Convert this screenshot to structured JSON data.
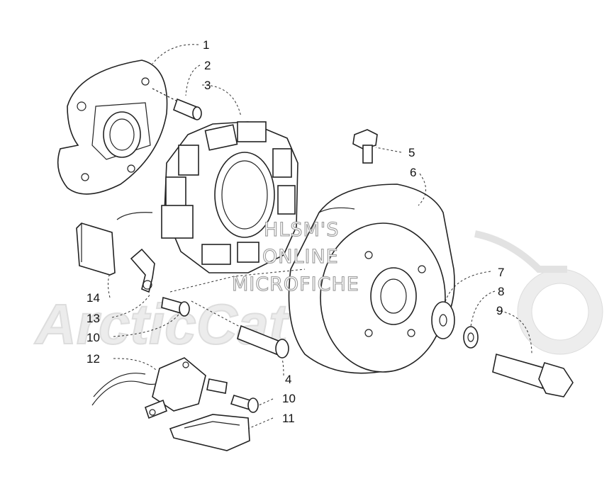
{
  "callouts": [
    {
      "id": "c1",
      "label": "1"
    },
    {
      "id": "c2",
      "label": "2"
    },
    {
      "id": "c3",
      "label": "3"
    },
    {
      "id": "c4",
      "label": "4"
    },
    {
      "id": "c5",
      "label": "5"
    },
    {
      "id": "c6",
      "label": "6"
    },
    {
      "id": "c7",
      "label": "7"
    },
    {
      "id": "c8",
      "label": "8"
    },
    {
      "id": "c9",
      "label": "9"
    },
    {
      "id": "c10a",
      "label": "10"
    },
    {
      "id": "c10b",
      "label": "10"
    },
    {
      "id": "c11",
      "label": "11"
    },
    {
      "id": "c12",
      "label": "12"
    },
    {
      "id": "c13",
      "label": "13"
    },
    {
      "id": "c14",
      "label": "14"
    }
  ],
  "watermark": {
    "line1": "HLSM'S",
    "line2": "ONLINE",
    "line3": "MICROFICHE"
  },
  "colors": {
    "line": "#222222",
    "watermark": "#9a9a9a"
  }
}
